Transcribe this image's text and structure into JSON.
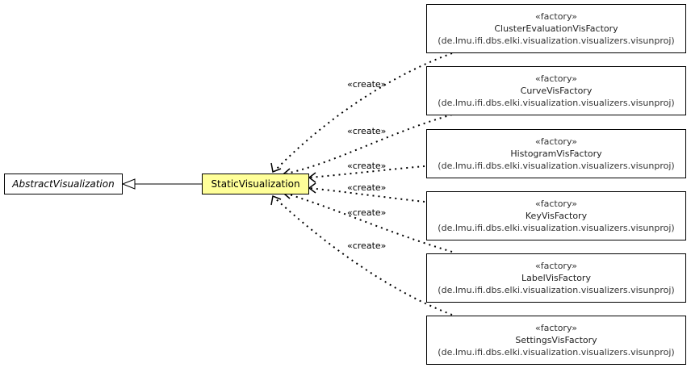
{
  "classes": {
    "abstract": "AbstractVisualization",
    "static": "StaticVisualization"
  },
  "stereotype": "«factory»",
  "edge_label": "«create»",
  "factories": [
    {
      "name": "ClusterEvaluationVisFactory",
      "package": "(de.lmu.ifi.dbs.elki.visualization.visualizers.visunproj)"
    },
    {
      "name": "CurveVisFactory",
      "package": "(de.lmu.ifi.dbs.elki.visualization.visualizers.visunproj)"
    },
    {
      "name": "HistogramVisFactory",
      "package": "(de.lmu.ifi.dbs.elki.visualization.visualizers.visunproj)"
    },
    {
      "name": "KeyVisFactory",
      "package": "(de.lmu.ifi.dbs.elki.visualization.visualizers.visunproj)"
    },
    {
      "name": "LabelVisFactory",
      "package": "(de.lmu.ifi.dbs.elki.visualization.visualizers.visunproj)"
    },
    {
      "name": "SettingsVisFactory",
      "package": "(de.lmu.ifi.dbs.elki.visualization.visualizers.visunproj)"
    }
  ],
  "colors": {
    "highlight": "#ffff99",
    "line": "#000000"
  }
}
